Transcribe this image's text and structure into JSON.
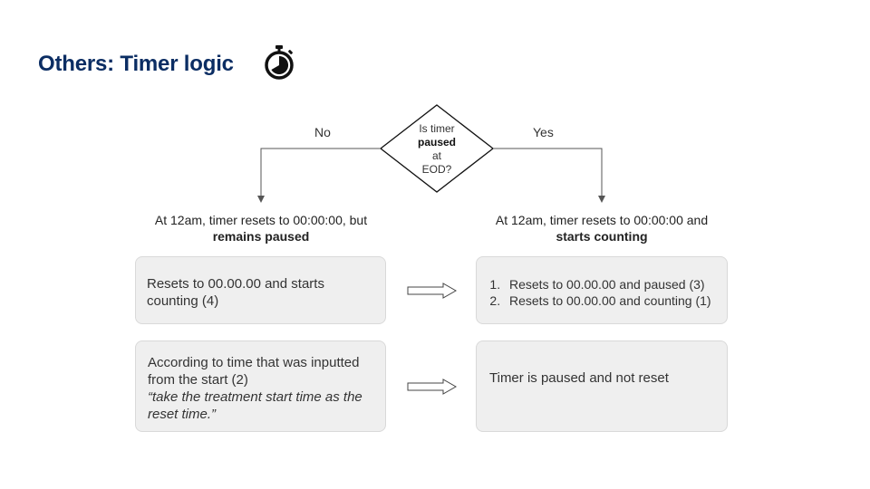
{
  "title": "Others: Timer logic",
  "icons": {
    "title_icon": "stopwatch-icon"
  },
  "decision": {
    "line1": "Is timer",
    "line2": "paused",
    "line3": "at",
    "line4": "EOD?"
  },
  "branches": {
    "no": "No",
    "yes": "Yes"
  },
  "outcomes": {
    "left_line1": "At 12am, timer resets to 00:00:00, but",
    "left_line2": "remains paused",
    "right_line1": "At 12am, timer resets to 00:00:00 and",
    "right_line2": "starts counting"
  },
  "rows": [
    {
      "left": "Resets to 00.00.00 and starts counting (4)",
      "right_items": [
        "Resets to 00.00.00 and paused (3)",
        "Resets to 00.00.00 and counting (1)"
      ]
    },
    {
      "left_line1": "According to time that was inputted from the start (2)",
      "left_line2": "“take the treatment start time as the reset time.”",
      "right": "Timer is paused and not reset"
    }
  ]
}
